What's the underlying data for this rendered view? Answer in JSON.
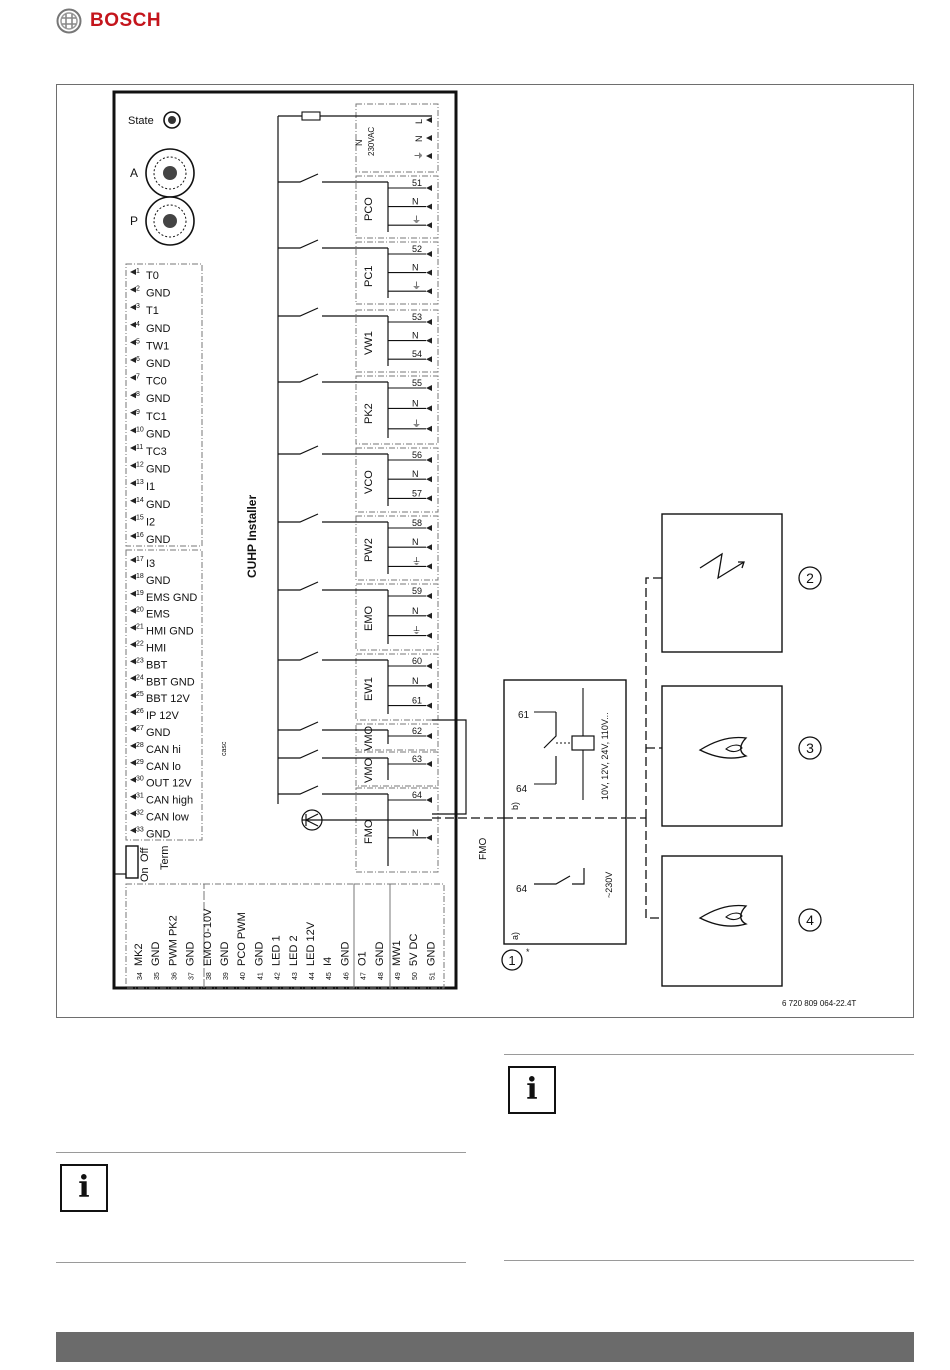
{
  "header": {
    "brand": "BOSCH"
  },
  "diagram": {
    "module_title": "CUHP Installer",
    "state_label": "State",
    "selector_a": "A",
    "selector_p": "P",
    "term_label": "Term",
    "term_off": "Off",
    "term_on": "On",
    "left_terminals": [
      {
        "num": "1",
        "label": "T0"
      },
      {
        "num": "2",
        "label": "GND"
      },
      {
        "num": "3",
        "label": "T1"
      },
      {
        "num": "4",
        "label": "GND"
      },
      {
        "num": "5",
        "label": "TW1"
      },
      {
        "num": "6",
        "label": "GND"
      },
      {
        "num": "7",
        "label": "TC0"
      },
      {
        "num": "8",
        "label": "GND"
      },
      {
        "num": "9",
        "label": "TC1"
      },
      {
        "num": "10",
        "label": "GND"
      },
      {
        "num": "11",
        "label": "TC3"
      },
      {
        "num": "12",
        "label": "GND"
      },
      {
        "num": "13",
        "label": "I1"
      },
      {
        "num": "14",
        "label": "GND"
      },
      {
        "num": "15",
        "label": "I2"
      },
      {
        "num": "16",
        "label": "GND"
      },
      {
        "num": "17",
        "label": "I3"
      },
      {
        "num": "18",
        "label": "GND"
      },
      {
        "num": "19",
        "label": "EMS GND"
      },
      {
        "num": "20",
        "label": "EMS"
      },
      {
        "num": "21",
        "label": "HMI GND"
      },
      {
        "num": "22",
        "label": "HMI"
      },
      {
        "num": "23",
        "label": "BBT"
      },
      {
        "num": "24",
        "label": "BBT GND"
      },
      {
        "num": "25",
        "label": "BBT 12V"
      },
      {
        "num": "26",
        "label": "IP 12V"
      },
      {
        "num": "27",
        "label": "GND"
      },
      {
        "num": "28",
        "label": "CAN hi"
      },
      {
        "num": "29",
        "label": "CAN lo"
      },
      {
        "num": "30",
        "label": "OUT 12V"
      },
      {
        "num": "31",
        "label": "CAN high"
      },
      {
        "num": "32",
        "label": "CAN low"
      },
      {
        "num": "33",
        "label": "GND"
      }
    ],
    "casc_label": "casc",
    "bottom_terminals": [
      {
        "num": "34",
        "label": "MK2"
      },
      {
        "num": "35",
        "label": "GND"
      },
      {
        "num": "36",
        "label": "PWM PK2"
      },
      {
        "num": "37",
        "label": "GND"
      },
      {
        "num": "38",
        "label": "EMO 0-10V"
      },
      {
        "num": "39",
        "label": "GND"
      },
      {
        "num": "40",
        "label": "PCO PWM"
      },
      {
        "num": "41",
        "label": "GND"
      },
      {
        "num": "42",
        "label": "LED 1"
      },
      {
        "num": "43",
        "label": "LED 2"
      },
      {
        "num": "44",
        "label": "LED 12V"
      },
      {
        "num": "45",
        "label": "I4"
      },
      {
        "num": "46",
        "label": "GND"
      },
      {
        "num": "47",
        "label": "O1"
      },
      {
        "num": "48",
        "label": "GND"
      },
      {
        "num": "49",
        "label": "MW1"
      },
      {
        "num": "50",
        "label": "5V DC"
      },
      {
        "num": "51",
        "label": "GND"
      }
    ],
    "power_label_n": "N",
    "power_label_v": "230VAC",
    "right_blocks": [
      {
        "label": "PCO",
        "terms": [
          "51",
          "N",
          "⏚"
        ]
      },
      {
        "label": "PC1",
        "terms": [
          "52",
          "N",
          "⏚"
        ]
      },
      {
        "label": "VW1",
        "terms": [
          "53",
          "N",
          "54"
        ]
      },
      {
        "label": "PK2",
        "terms": [
          "55",
          "N",
          "⏚"
        ]
      },
      {
        "label": "VCO",
        "terms": [
          "56",
          "N",
          "57"
        ]
      },
      {
        "label": "PW2",
        "terms": [
          "58",
          "N",
          "⏚"
        ]
      },
      {
        "label": "EMO",
        "terms": [
          "59",
          "N",
          "⏚"
        ]
      },
      {
        "label": "EW1",
        "terms": [
          "60",
          "N",
          "61"
        ]
      },
      {
        "label": "VMO",
        "terms": [
          "62"
        ]
      },
      {
        "label": "VMO",
        "terms": [
          "63"
        ]
      },
      {
        "label": "FMO",
        "terms": [
          "64",
          "N"
        ]
      }
    ],
    "power_terms": [
      "L",
      "N",
      "⏚"
    ],
    "fmo_wire_label": "FMO",
    "relay": {
      "a_label": "a)",
      "b_label": "b)",
      "t61": "61",
      "t64_top": "64",
      "t64_bottom": "64",
      "coil_voltages": "10V, 12V, 24V, 110V...",
      "mains": "~230V",
      "callout": "1",
      "star": "*"
    },
    "devices": [
      {
        "callout": "2",
        "icon": "lightning-icon"
      },
      {
        "callout": "3",
        "icon": "flame-icon"
      },
      {
        "callout": "4",
        "icon": "flame-icon"
      }
    ],
    "figure_code": "6 720 809 064-22.4T"
  },
  "notes": {
    "info_glyph": "i"
  },
  "colors": {
    "brand_red": "#c4151c",
    "footer_bar": "#6b6b6b"
  }
}
